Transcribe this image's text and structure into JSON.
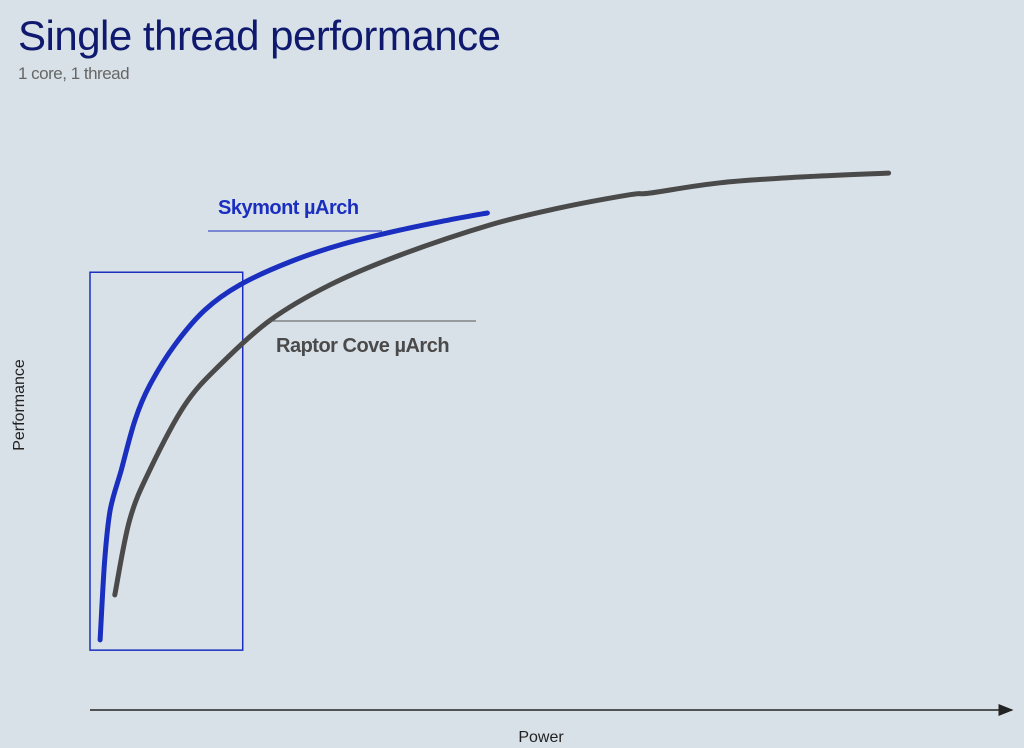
{
  "chart_data": {
    "type": "line",
    "title": "Single thread performance",
    "subtitle": "1 core, 1 thread",
    "xlabel": "Power",
    "ylabel": "Performance",
    "xlim": [
      0,
      100
    ],
    "ylim": [
      0,
      100
    ],
    "grid": false,
    "series": [
      {
        "name": "Skymont µArch",
        "color": "#1a2fbf",
        "x": [
          1.1,
          1.6,
          2.2,
          3.4,
          4.9,
          6.5,
          9.2,
          12.5,
          16.3,
          21.7,
          27.2,
          33.7,
          39.1,
          43.2
        ],
        "y": [
          12.3,
          26.3,
          35.1,
          42.1,
          50.9,
          57.0,
          64.0,
          70.2,
          74.6,
          78.6,
          81.6,
          84.2,
          86.0,
          87.2
        ]
      },
      {
        "name": "Raptor Cove µArch",
        "color": "#4a4a4a",
        "x": [
          2.7,
          4.3,
          6.5,
          10.3,
          14.1,
          19.6,
          26.1,
          33.7,
          43.5,
          51.1,
          58.7,
          60.9,
          68.5,
          77.2,
          86.8
        ],
        "y": [
          20.2,
          33.3,
          42.1,
          53.5,
          60.5,
          68.4,
          74.6,
          79.8,
          85.1,
          88.1,
          90.4,
          90.7,
          92.5,
          93.5,
          94.2
        ]
      }
    ],
    "highlight_region": {
      "x": [
        0,
        16.6
      ],
      "y": [
        10.5,
        76.8
      ],
      "color": "#1a2fbf"
    }
  }
}
